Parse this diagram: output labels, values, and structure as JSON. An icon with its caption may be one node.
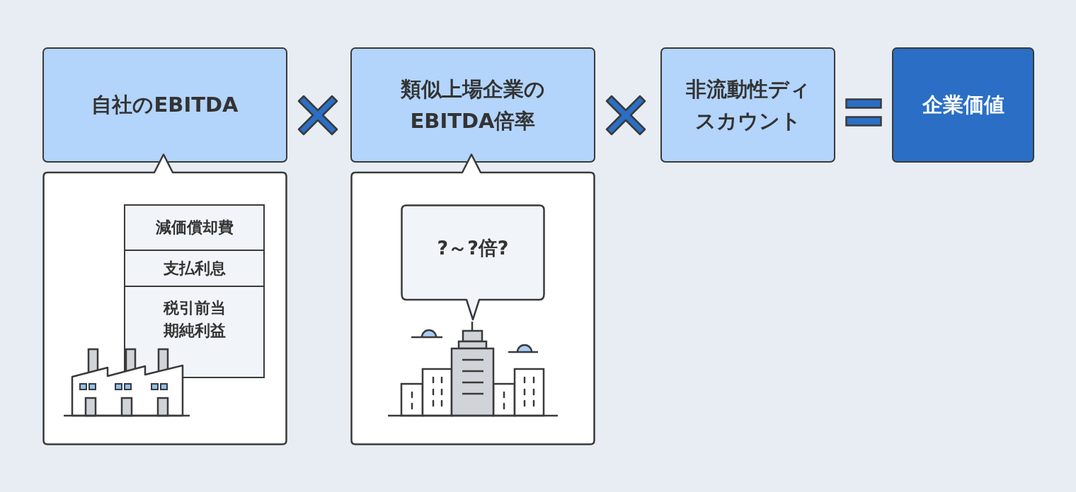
{
  "diagram": {
    "nodes": [
      {
        "text": [
          "自社のEBITDA"
        ]
      },
      {
        "text": [
          "類似上場企業のEBITDA倍率"
        ]
      },
      {
        "text": [
          "非流動性ディスカウント"
        ]
      },
      {
        "text": [
          "企業価値"
        ]
      },
      {
        "text": [],
        "shape": "box"
      },
      {
        "text": [
          "減価償却費"
        ],
        "in": 4
      },
      {
        "text": [
          "支払利息"
        ],
        "in": 4
      },
      {
        "text": [
          "税引前当期純利益"
        ],
        "in": 4
      },
      {
        "text": [],
        "shape": "box"
      },
      {
        "text": [
          "?～?倍?"
        ],
        "in": 8
      }
    ]
  }
}
